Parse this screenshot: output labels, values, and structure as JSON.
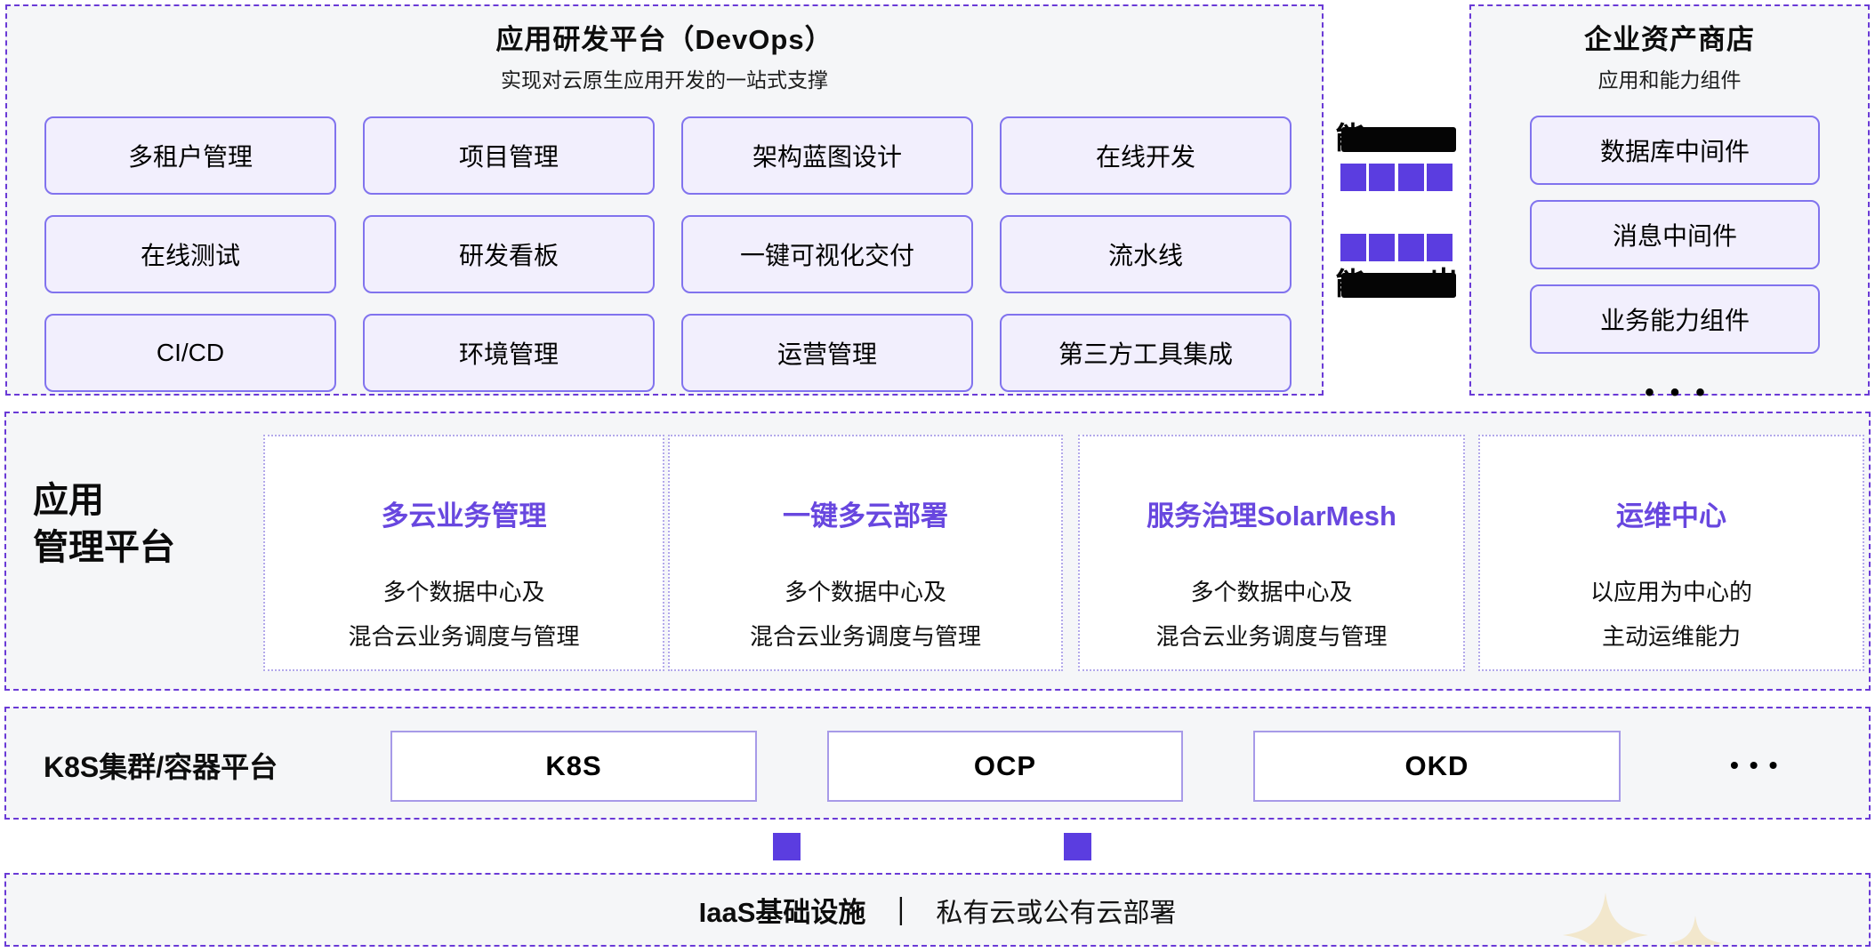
{
  "devops": {
    "title": "应用研发平台（DevOps）",
    "subtitle": "实现对云原生应用开发的一站式支撑",
    "items": [
      "多租户管理",
      "项目管理",
      "架构蓝图设计",
      "在线开发",
      "在线测试",
      "研发看板",
      "一键可视化交付",
      "流水线",
      "CI/CD",
      "环境管理",
      "运营管理",
      "第三方工具集成"
    ]
  },
  "connector": {
    "top_fragment": "能",
    "bottom_fragment_left": "能",
    "bottom_fragment_right": "出",
    "squares_per_row": 4
  },
  "asset_store": {
    "title": "企业资产商店",
    "subtitle": "应用和能力组件",
    "items": [
      "数据库中间件",
      "消息中间件",
      "业务能力组件"
    ],
    "more": "•••"
  },
  "management": {
    "label_line1": "应用",
    "label_line2": "管理平台",
    "cards": [
      {
        "title": "多云业务管理",
        "desc_line1": "多个数据中心及",
        "desc_line2": "混合云业务调度与管理"
      },
      {
        "title": "一键多云部署",
        "desc_line1": "多个数据中心及",
        "desc_line2": "混合云业务调度与管理"
      },
      {
        "title": "服务治理SolarMesh",
        "desc_line1": "多个数据中心及",
        "desc_line2": "混合云业务调度与管理"
      },
      {
        "title": "运维中心",
        "desc_line1": "以应用为中心的",
        "desc_line2": "主动运维能力"
      }
    ]
  },
  "container_platform": {
    "label": "K8S集群/容器平台",
    "items": [
      "K8S",
      "OCP",
      "OKD"
    ],
    "more": "•••"
  },
  "iaas": {
    "label_bold": "IaaS基础设施",
    "separator": "｜",
    "label_rest": "私有云或公有云部署"
  },
  "colors": {
    "dashed_border": "#6a3ad6",
    "pill_border": "#8173ee",
    "pill_fill": "#f2effd",
    "band_fill": "#f5f6f8",
    "accent_square": "#5b3de0",
    "card_title": "#6847df",
    "card_border": "#b3a9ea",
    "k8s_item_border": "#a79ae8",
    "sparkle": "#f2e7cc",
    "redacted_bar": "#050505"
  }
}
